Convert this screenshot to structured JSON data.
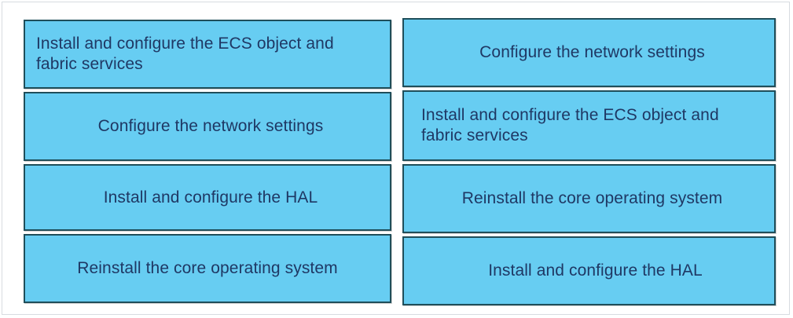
{
  "palette": {
    "box_fill": "#67CDF2",
    "box_border": "#1F4E5A",
    "text": "#1F3864",
    "background": "#FFFFFF",
    "page_frame": "#D8DCE0"
  },
  "columns": {
    "left": {
      "name": "left-options-column",
      "items": [
        {
          "id": "left-option-1",
          "text": "Install and configure the ECS object and fabric services",
          "align": "left"
        },
        {
          "id": "left-option-2",
          "text": "Configure the network settings",
          "align": "center"
        },
        {
          "id": "left-option-3",
          "text": "Install and configure the HAL",
          "align": "center"
        },
        {
          "id": "left-option-4",
          "text": "Reinstall the core operating system",
          "align": "center"
        }
      ]
    },
    "right": {
      "name": "right-options-column",
      "items": [
        {
          "id": "right-option-1",
          "text": "Configure the network settings",
          "align": "center"
        },
        {
          "id": "right-option-2",
          "text": "Install and configure the ECS object and fabric services",
          "align": "left"
        },
        {
          "id": "right-option-3",
          "text": "Reinstall the core operating system",
          "align": "center"
        },
        {
          "id": "right-option-4",
          "text": "Install and configure the HAL",
          "align": "center"
        }
      ]
    }
  }
}
